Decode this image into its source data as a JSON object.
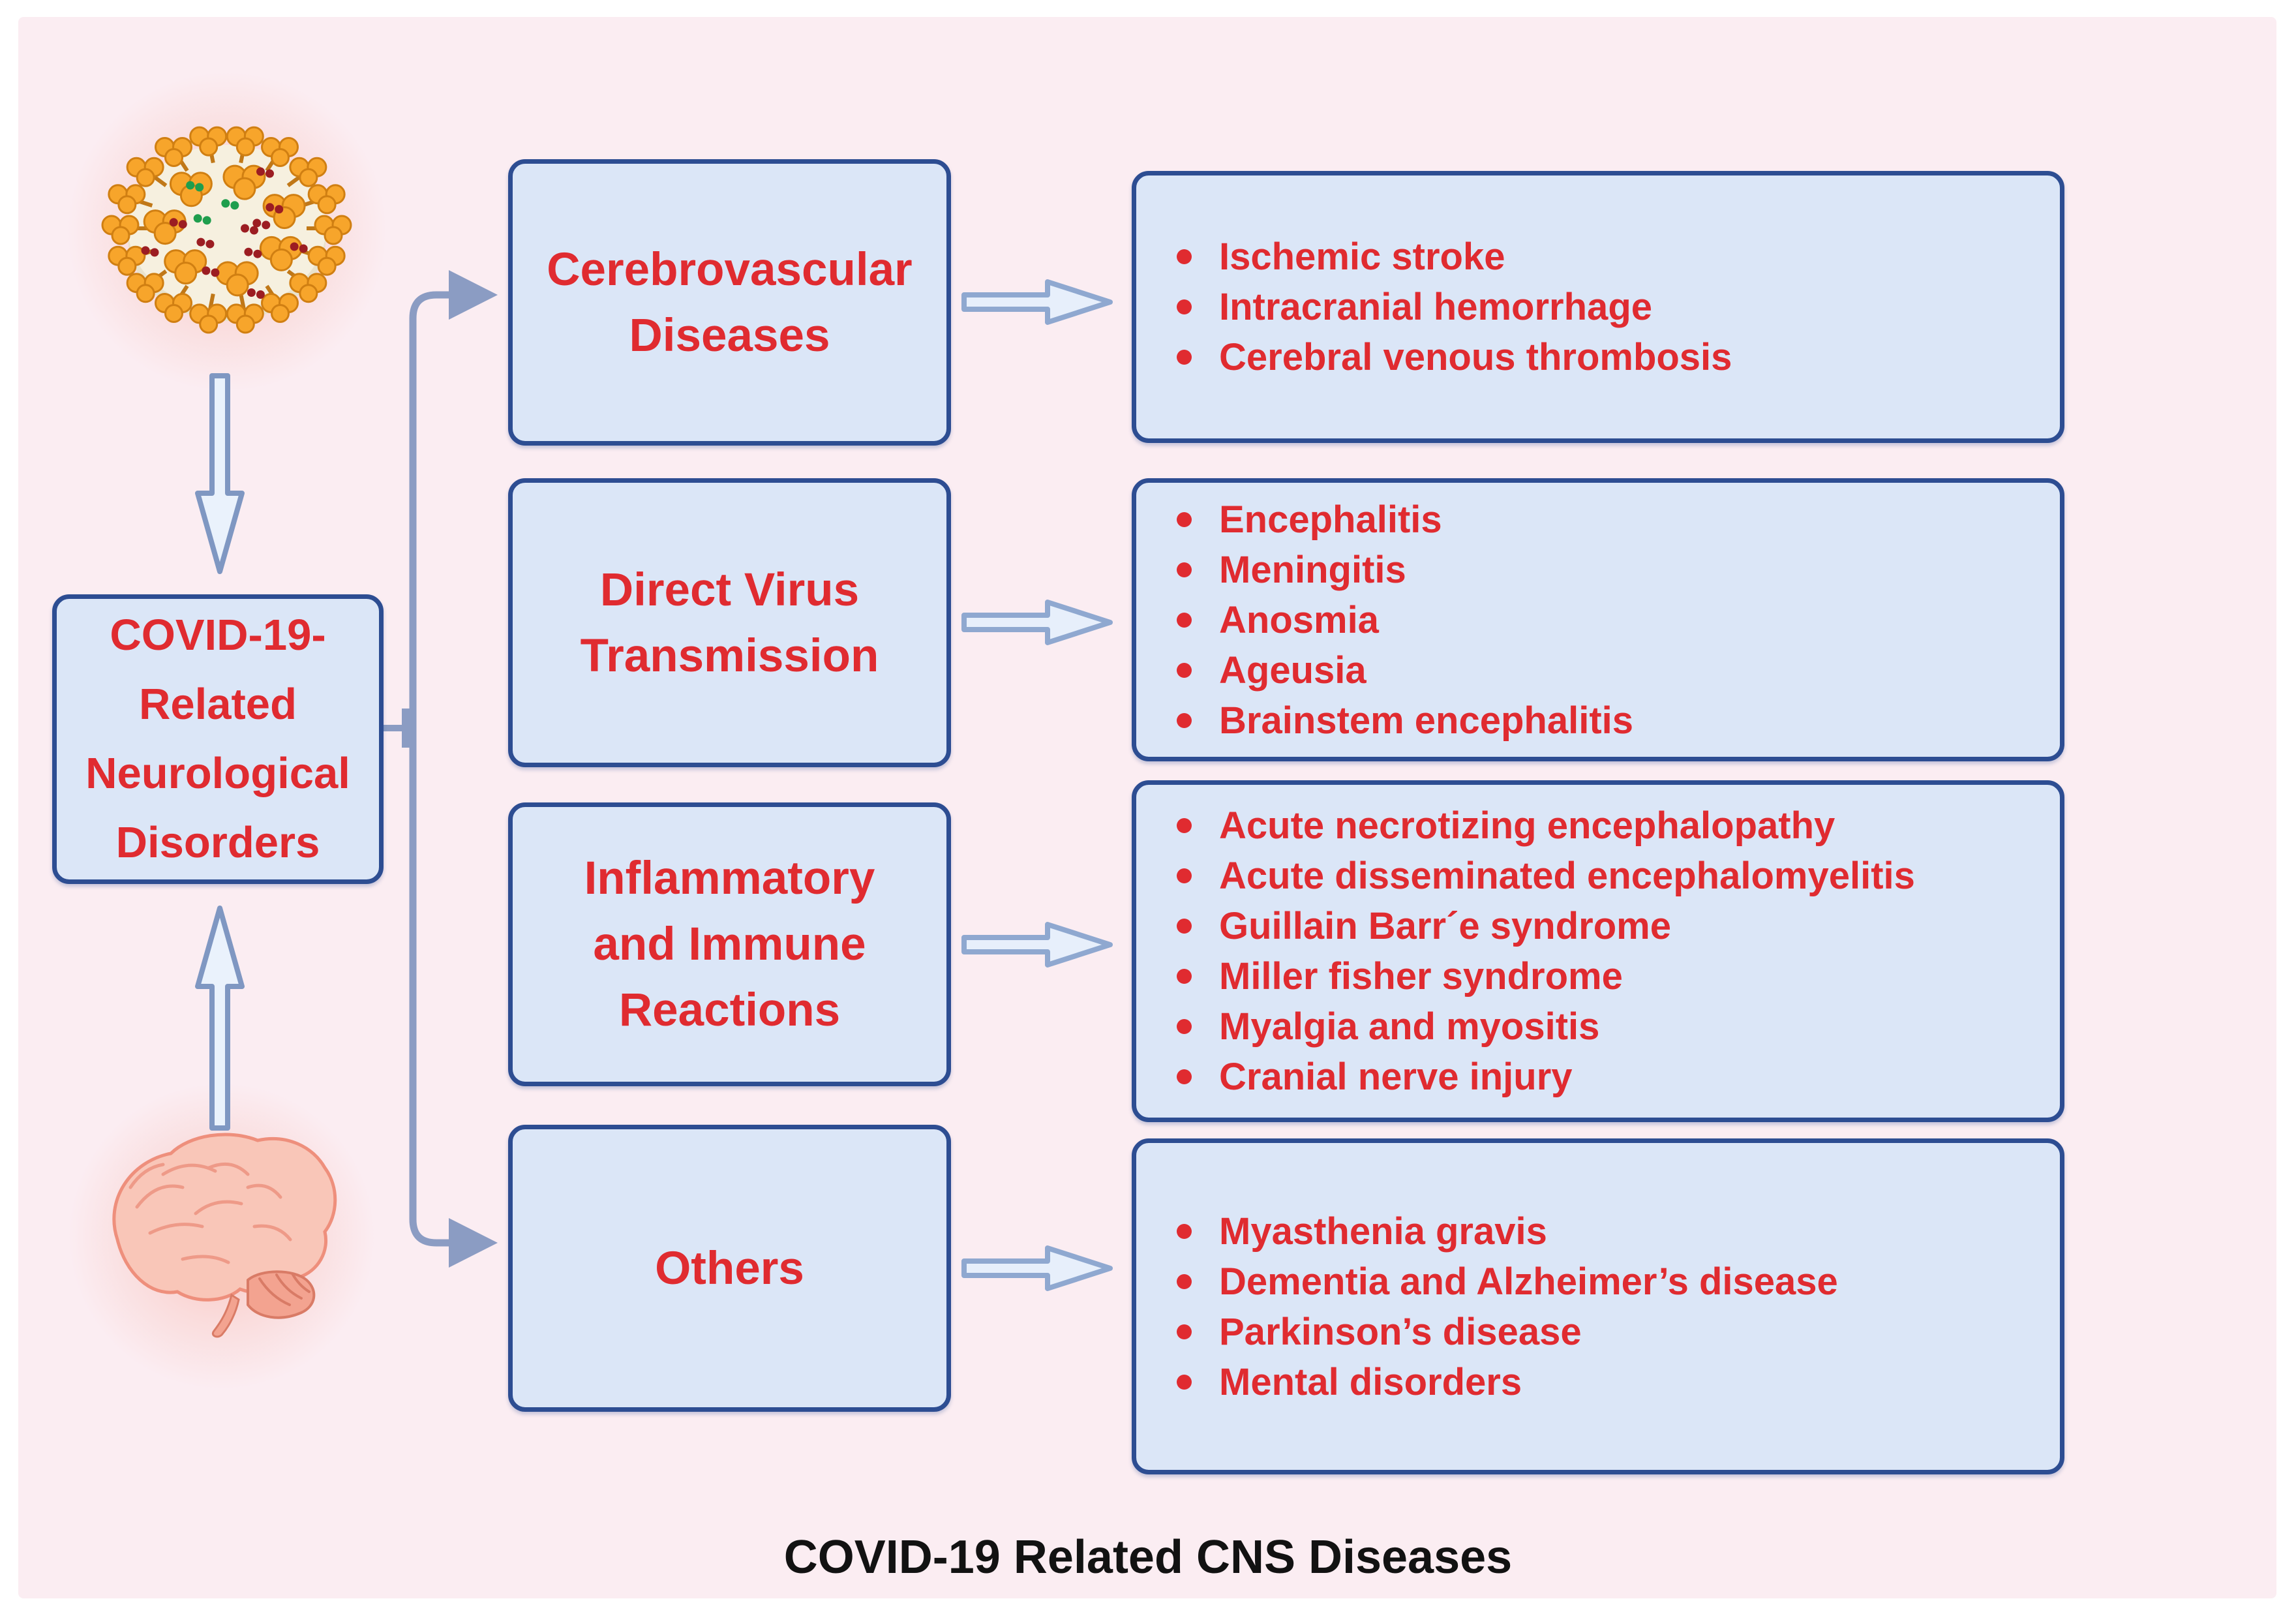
{
  "figure_title": "COVID-19 Related CNS Diseases",
  "root_box": {
    "label": "COVID-19-\nRelated\nNeurological\nDisorders"
  },
  "categories": [
    {
      "label": "Cerebrovascular\nDiseases",
      "items": [
        "Ischemic stroke",
        "Intracranial hemorrhage",
        "Cerebral venous thrombosis"
      ]
    },
    {
      "label": "Direct Virus\nTransmission",
      "items": [
        "Encephalitis",
        "Meningitis",
        "Anosmia",
        "Ageusia",
        "Brainstem encephalitis"
      ]
    },
    {
      "label": "Inflammatory\nand Immune\nReactions",
      "items": [
        "Acute necrotizing encephalopathy",
        "Acute disseminated encephalomyelitis",
        "Guillain Barr´e syndrome",
        "Miller fisher syndrome",
        "Myalgia and myositis",
        "Cranial nerve injury"
      ]
    },
    {
      "label": "Others",
      "items": [
        "Myasthenia gravis",
        "Dementia and Alzheimer’s disease",
        "Parkinson’s disease",
        "Mental disorders"
      ]
    }
  ],
  "illustrations": {
    "virus": "coronavirus-particle-icon",
    "brain": "brain-icon"
  },
  "colors": {
    "background_pink": "#fbedf2",
    "panel_fill": "#dbe6f7",
    "panel_border": "#2d4d92",
    "accent_red": "#e02b30",
    "connector_blue": "#8b9cc3",
    "arrow_fill": "#e7effb",
    "arrow_outline": "#8fa8d0",
    "virus_orange": "#f7a52b",
    "brain_pink": "#f9c6b8",
    "title_black": "#121212"
  }
}
